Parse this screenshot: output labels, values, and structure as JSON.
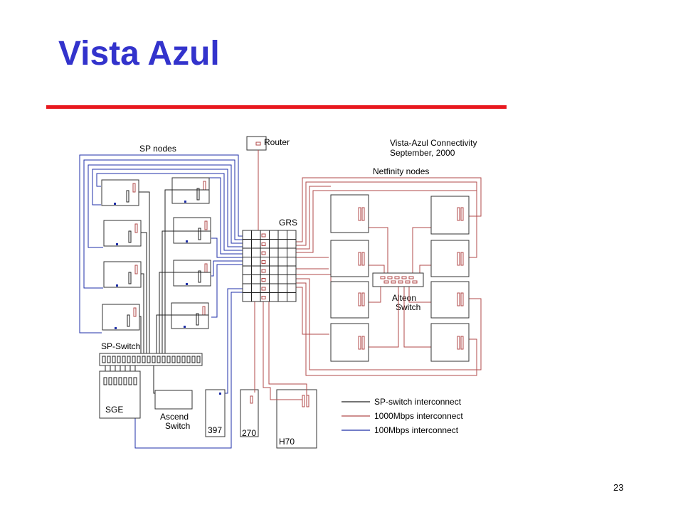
{
  "slide": {
    "title": "Vista Azul",
    "page_number": "23"
  },
  "diagram": {
    "heading": "Vista-Azul Connectivity",
    "date": "September, 2000",
    "labels": {
      "router": "Router",
      "sp_nodes": "SP nodes",
      "netfinity_nodes": "Netfinity nodes",
      "grs": "GRS",
      "alteon_line1": "Alteon",
      "alteon_line2": "Switch",
      "sp_switch": "SP-Switch",
      "sge": "SGE",
      "ascend_line1": "Ascend",
      "ascend_line2": "Switch",
      "n397": "397",
      "n270": "270",
      "h70": "H70"
    },
    "legend": [
      {
        "label": "SP-switch interconnect",
        "color": "#222222"
      },
      {
        "label": "1000Mbps interconnect",
        "color": "#b24a4a"
      },
      {
        "label": "100Mbps interconnect",
        "color": "#1f2fa8"
      }
    ]
  }
}
